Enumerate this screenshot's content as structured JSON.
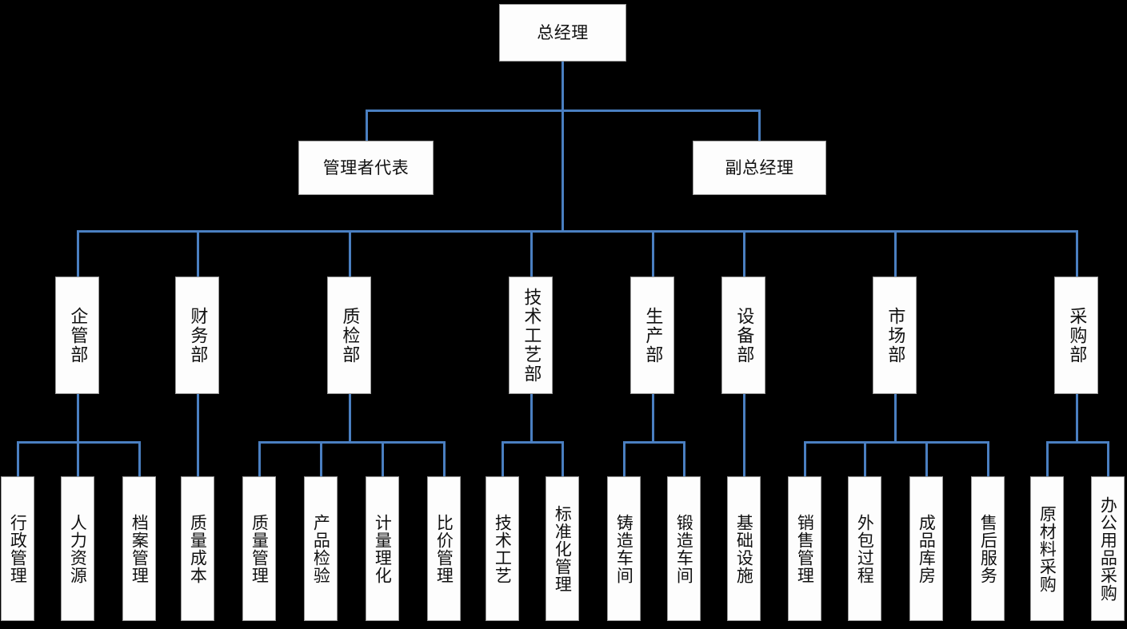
{
  "chart_data": {
    "type": "diagram",
    "title": "",
    "diagram_kind": "organization-chart",
    "orientation": "top-down",
    "connector_color": "#4a7fc1",
    "box_fill": "#fdfdfd",
    "box_border": "#9a9a9a",
    "background": "#000000",
    "levels": 4,
    "node_count": 31,
    "nodes": [
      {
        "id": "n1",
        "label": "总经理",
        "level": 1,
        "parent": null,
        "text_orientation": "horizontal"
      },
      {
        "id": "n2",
        "label": "管理者代表",
        "level": 2,
        "parent": "n1",
        "text_orientation": "horizontal"
      },
      {
        "id": "n3",
        "label": "副总经理",
        "level": 2,
        "parent": "n1",
        "text_orientation": "horizontal"
      },
      {
        "id": "d1",
        "label": "企管部",
        "level": 3,
        "parent": "n1",
        "text_orientation": "vertical"
      },
      {
        "id": "d2",
        "label": "财务部",
        "level": 3,
        "parent": "n1",
        "text_orientation": "vertical"
      },
      {
        "id": "d3",
        "label": "质检部",
        "level": 3,
        "parent": "n1",
        "text_orientation": "vertical"
      },
      {
        "id": "d4",
        "label": "技术工艺部",
        "level": 3,
        "parent": "n1",
        "text_orientation": "vertical"
      },
      {
        "id": "d5",
        "label": "生产部",
        "level": 3,
        "parent": "n1",
        "text_orientation": "vertical"
      },
      {
        "id": "d6",
        "label": "设备部",
        "level": 3,
        "parent": "n1",
        "text_orientation": "vertical"
      },
      {
        "id": "d7",
        "label": "市场部",
        "level": 3,
        "parent": "n1",
        "text_orientation": "vertical"
      },
      {
        "id": "d8",
        "label": "采购部",
        "level": 3,
        "parent": "n1",
        "text_orientation": "vertical"
      },
      {
        "id": "l1",
        "label": "行政管理",
        "level": 4,
        "parent": "d1",
        "text_orientation": "vertical"
      },
      {
        "id": "l2",
        "label": "人力资源",
        "level": 4,
        "parent": "d1",
        "text_orientation": "vertical"
      },
      {
        "id": "l3",
        "label": "档案管理",
        "level": 4,
        "parent": "d1",
        "text_orientation": "vertical"
      },
      {
        "id": "l4",
        "label": "质量成本",
        "level": 4,
        "parent": "d2",
        "text_orientation": "vertical"
      },
      {
        "id": "l5",
        "label": "质量管理",
        "level": 4,
        "parent": "d3",
        "text_orientation": "vertical"
      },
      {
        "id": "l6",
        "label": "产品检验",
        "level": 4,
        "parent": "d3",
        "text_orientation": "vertical"
      },
      {
        "id": "l7",
        "label": "计量理化",
        "level": 4,
        "parent": "d3",
        "text_orientation": "vertical"
      },
      {
        "id": "l8",
        "label": "比价管理",
        "level": 4,
        "parent": "d3",
        "text_orientation": "vertical"
      },
      {
        "id": "l9",
        "label": "技术工艺",
        "level": 4,
        "parent": "d4",
        "text_orientation": "vertical"
      },
      {
        "id": "l10",
        "label": "标准化管理",
        "level": 4,
        "parent": "d4",
        "text_orientation": "vertical"
      },
      {
        "id": "l11",
        "label": "铸造车间",
        "level": 4,
        "parent": "d5",
        "text_orientation": "vertical"
      },
      {
        "id": "l12",
        "label": "锻造车间",
        "level": 4,
        "parent": "d5",
        "text_orientation": "vertical"
      },
      {
        "id": "l13",
        "label": "基础设施",
        "level": 4,
        "parent": "d6",
        "text_orientation": "vertical"
      },
      {
        "id": "l14",
        "label": "销售管理",
        "level": 4,
        "parent": "d7",
        "text_orientation": "vertical"
      },
      {
        "id": "l15",
        "label": "外包过程",
        "level": 4,
        "parent": "d7",
        "text_orientation": "vertical"
      },
      {
        "id": "l16",
        "label": "成品库房",
        "level": 4,
        "parent": "d7",
        "text_orientation": "vertical"
      },
      {
        "id": "l17",
        "label": "售后服务",
        "level": 4,
        "parent": "d7",
        "text_orientation": "vertical"
      },
      {
        "id": "l18",
        "label": "原材料采购",
        "level": 4,
        "parent": "d8",
        "text_orientation": "vertical"
      },
      {
        "id": "l19",
        "label": "办公用品采购",
        "level": 4,
        "parent": "d8",
        "text_orientation": "vertical"
      }
    ]
  },
  "chart": {
    "root": {
      "label": "总经理"
    },
    "level2": [
      {
        "label": "管理者代表"
      },
      {
        "label": "副总经理"
      }
    ],
    "departments": [
      {
        "label": "企管部"
      },
      {
        "label": "财务部"
      },
      {
        "label": "质检部"
      },
      {
        "label": "技术工艺部"
      },
      {
        "label": "生产部"
      },
      {
        "label": "设备部"
      },
      {
        "label": "市场部"
      },
      {
        "label": "采购部"
      }
    ],
    "units": [
      {
        "label": "行政管理"
      },
      {
        "label": "人力资源"
      },
      {
        "label": "档案管理"
      },
      {
        "label": "质量成本"
      },
      {
        "label": "质量管理"
      },
      {
        "label": "产品检验"
      },
      {
        "label": "计量理化"
      },
      {
        "label": "比价管理"
      },
      {
        "label": "技术工艺"
      },
      {
        "label": "标准化管理"
      },
      {
        "label": "铸造车间"
      },
      {
        "label": "锻造车间"
      },
      {
        "label": "基础设施"
      },
      {
        "label": "销售管理"
      },
      {
        "label": "外包过程"
      },
      {
        "label": "成品库房"
      },
      {
        "label": "售后服务"
      },
      {
        "label": "原材料采购"
      },
      {
        "label": "办公用品采购"
      }
    ]
  }
}
